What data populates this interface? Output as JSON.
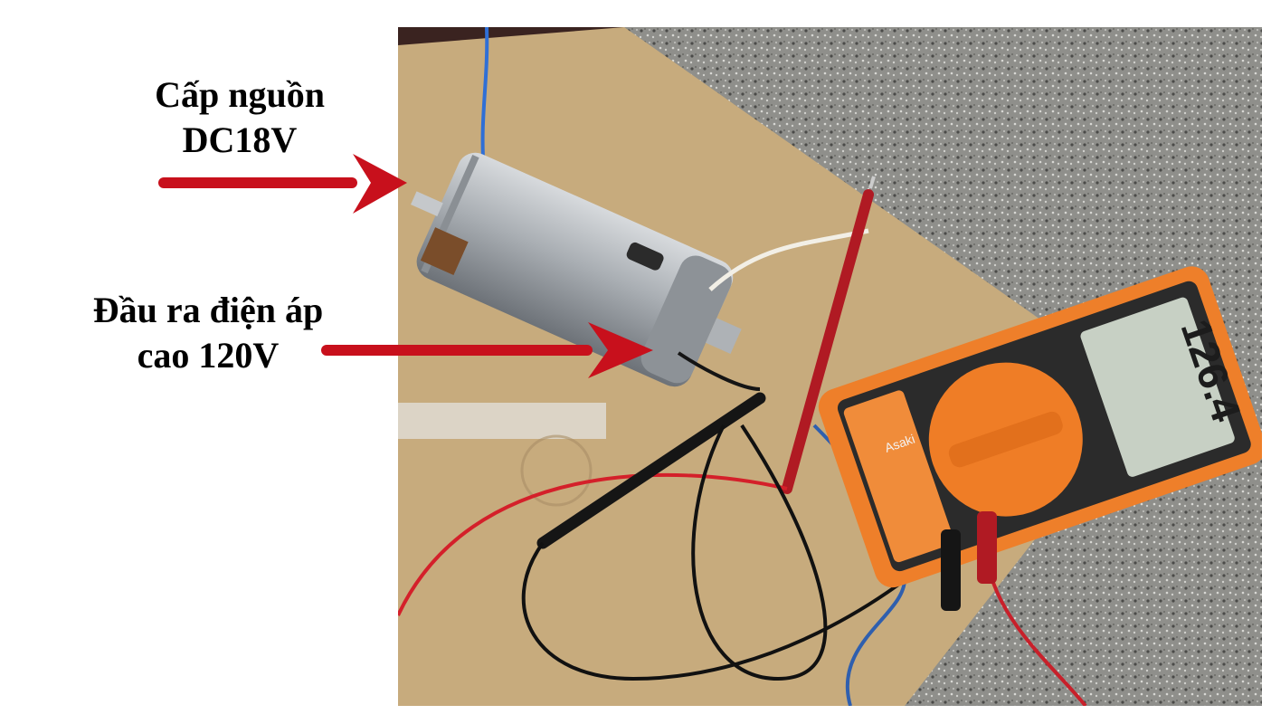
{
  "labels": {
    "power_line1": "Cấp nguồn",
    "power_line2": "DC18V",
    "output_line1": "Đầu ra điện áp",
    "output_line2": "cao 120V"
  },
  "meter": {
    "reading": "126.4",
    "brand": "Asaki"
  },
  "colors": {
    "arrow": "#c8101c",
    "meter_body": "#ee7f2a",
    "cardboard": "#c9ad80",
    "granite": "#8d8d88",
    "motor": "#a8adb2"
  }
}
